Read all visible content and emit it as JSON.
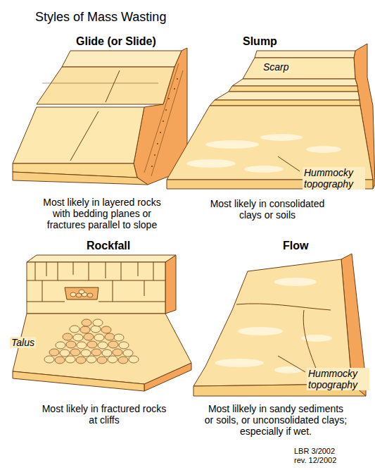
{
  "diagram": {
    "title": "Styles of Mass Wasting",
    "labels": [
      "Glide (or Slide)",
      "Slump",
      "Scarp",
      "Hummocky topography",
      "Most likely in layered rocks with bedding planes or fractures parallel to slope",
      "Most likely in consolidated clays or soils",
      "Rockfall",
      "Flow",
      "Talus",
      "Hummocky topography",
      "Most likely in fractured rocks at cliffs",
      "Most lilkely in sandy sediments or soils, or unconsolidated clays; especially if wet.",
      "LBR 3/2002",
      "rev. 12/2002"
    ]
  }
}
